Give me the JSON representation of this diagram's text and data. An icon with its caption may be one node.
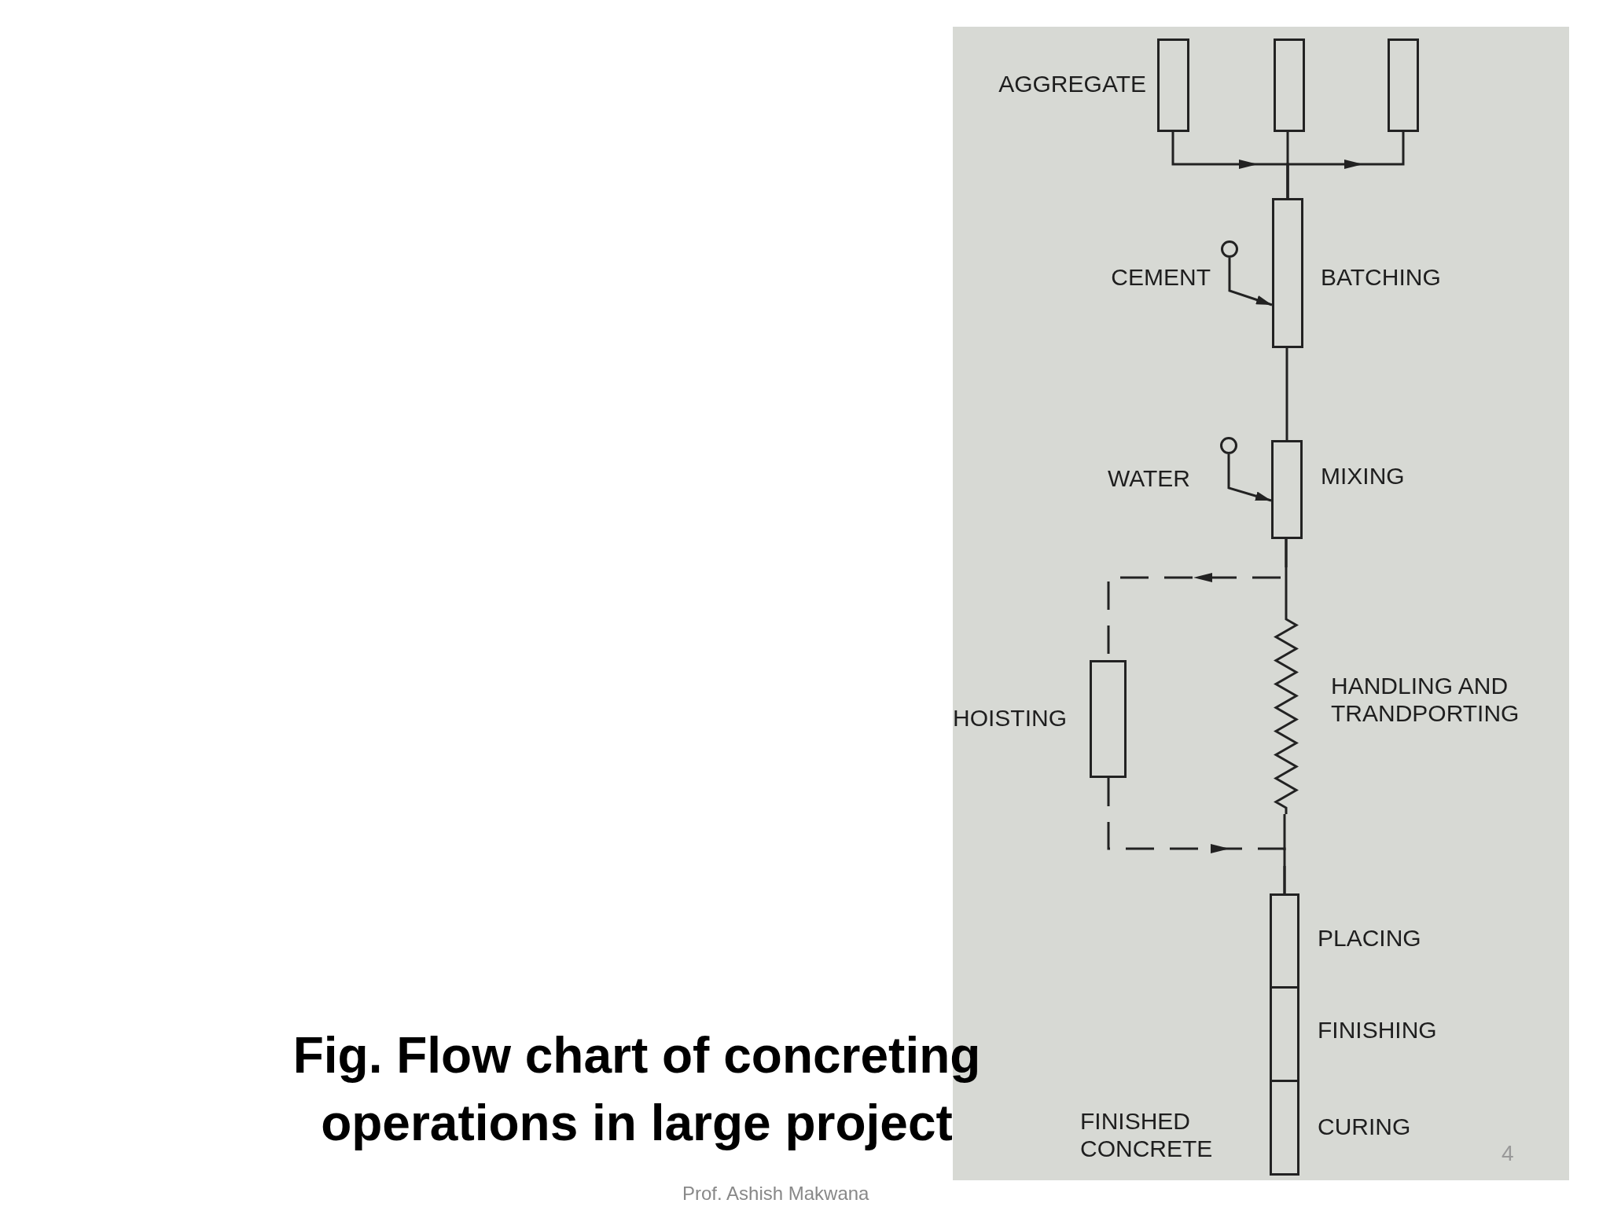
{
  "diagram": {
    "caption": "Fig. Flow chart of concreting operations in large project",
    "nodes": [
      {
        "text": [
          "AGGREGATE"
        ]
      },
      {
        "text": [],
        "shape": "box"
      },
      {
        "text": [],
        "shape": "box"
      },
      {
        "text": [
          "CEMENT"
        ]
      },
      {
        "text": [
          "BATCHING"
        ]
      },
      {
        "text": [
          "WATER"
        ]
      },
      {
        "text": [
          "MIXING"
        ]
      },
      {
        "text": [
          "HANDLING AND TRANDPORTING"
        ]
      },
      {
        "text": [
          "HOISTING"
        ]
      },
      {
        "text": [
          "PLACING"
        ]
      },
      {
        "text": [
          "FINISHING"
        ]
      },
      {
        "text": [
          "CURING"
        ]
      }
    ],
    "edges": [
      {
        "from": 0,
        "to": 4,
        "arrow": "to"
      },
      {
        "from": 1,
        "to": 4,
        "arrow": "none"
      },
      {
        "from": 4,
        "to": 2,
        "arrow": "to"
      },
      {
        "from": 3,
        "to": 4,
        "arrow": "to"
      },
      {
        "from": 4,
        "to": 6,
        "arrow": "none"
      },
      {
        "from": 5,
        "to": 6,
        "arrow": "to"
      },
      {
        "from": 6,
        "to": 7,
        "arrow": "none"
      },
      {
        "from": 6,
        "to": 8,
        "arrow": "to",
        "style": "dashed"
      },
      {
        "from": 8,
        "to": 9,
        "arrow": "to",
        "style": "dashed"
      },
      {
        "from": 7,
        "to": 9,
        "arrow": "none"
      }
    ],
    "labels": [
      "FINISHED CONCRETE",
      "Prof. Ashish Makwana",
      "4"
    ]
  }
}
